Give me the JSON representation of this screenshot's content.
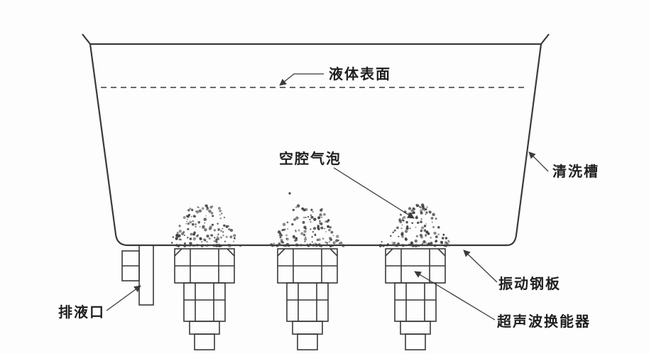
{
  "diagram": {
    "kind": "ultrasonic-cleaning-tank-schematic",
    "labels": {
      "liquid_surface": "液体表面",
      "cavity_bubbles": "空腔气泡",
      "cleaning_tank": "清洗槽",
      "vibration_plate": "振动钢板",
      "ultrasonic_transducer": "超声波换能器",
      "drain_outlet": "排液口"
    },
    "colors": {
      "line": "#3a3a3a",
      "text": "#1f1f1f",
      "background": "#fdfdfd"
    }
  }
}
